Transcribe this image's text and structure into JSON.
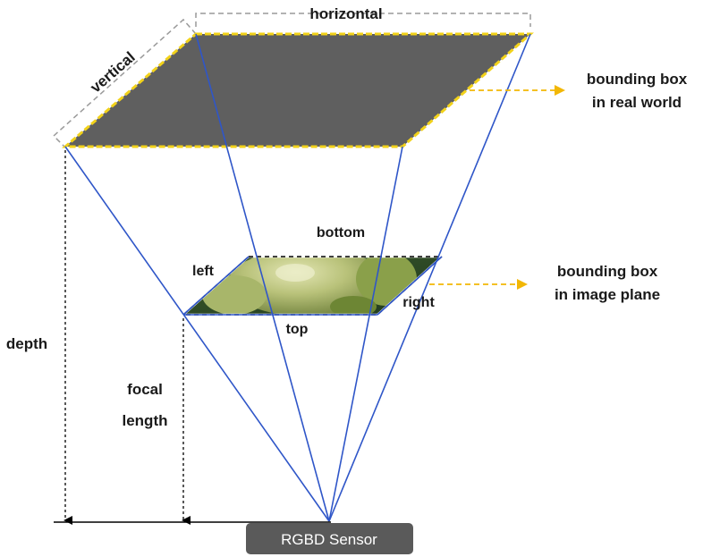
{
  "labels": {
    "horizontal": "horizontal",
    "vertical": "vertical",
    "bbox_real_line1": "bounding box",
    "bbox_real_line2": "in real world",
    "bbox_image_line1": "bounding box",
    "bbox_image_line2": "in image plane",
    "bottom": "bottom",
    "left": "left",
    "right": "right",
    "top": "top",
    "depth": "depth",
    "focal_line1": "focal",
    "focal_line2": "length",
    "sensor": "RGBD Sensor"
  },
  "colors": {
    "projection_lines": "#2f56c8",
    "real_world_plane_fill": "#5f5f5f",
    "real_world_plane_outline": "#f2d21a",
    "arrow_yellow": "#f2b705",
    "sensor_box": "#5a5a5a",
    "dimension_lines": "#999999"
  }
}
